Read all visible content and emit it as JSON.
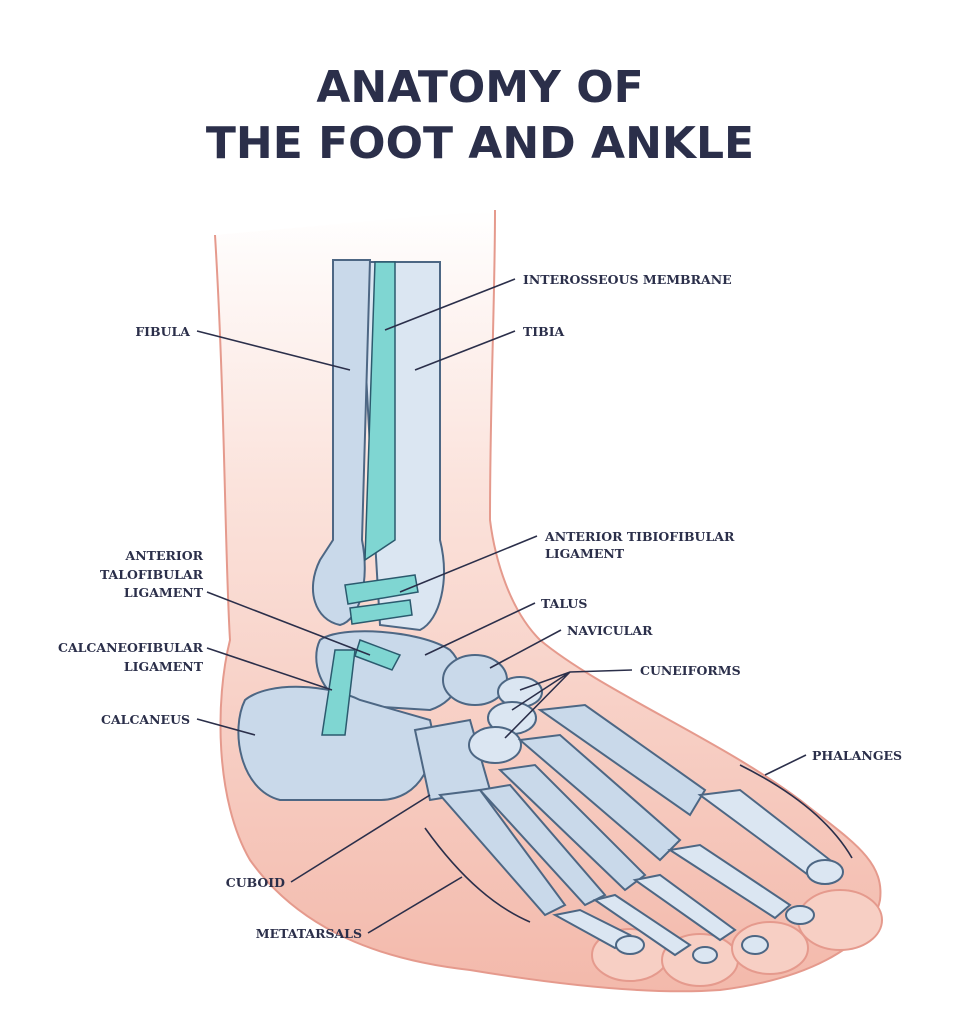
{
  "title": {
    "line1": "ANATOMY OF",
    "line2": "THE FOOT AND ANKLE"
  },
  "colors": {
    "title": "#2b2f4a",
    "skin": "#f6c9bd",
    "skin_outline": "#e59a8d",
    "bone": "#c9d9ea",
    "ligament": "#7fd6d2"
  },
  "labels": {
    "interosseous_membrane": "INTEROSSEOUS MEMBRANE",
    "tibia": "TIBIA",
    "fibula": "FIBULA",
    "anterior_tibiofibular_ligament": [
      "ANTERIOR TIBIOFIBULAR",
      "LIGAMENT"
    ],
    "anterior_talofibular_ligament": [
      "ANTERIOR",
      "TALOFIBULAR",
      "LIGAMENT"
    ],
    "talus": "TALUS",
    "navicular": "NAVICULAR",
    "calcaneofibular_ligament": [
      "CALCANEOFIBULAR",
      "LIGAMENT"
    ],
    "cuneiforms": "CUNEIFORMS",
    "calcaneus": "CALCANEUS",
    "phalanges": "PHALANGES",
    "cuboid": "CUBOID",
    "metatarsals": "METATARSALS"
  }
}
